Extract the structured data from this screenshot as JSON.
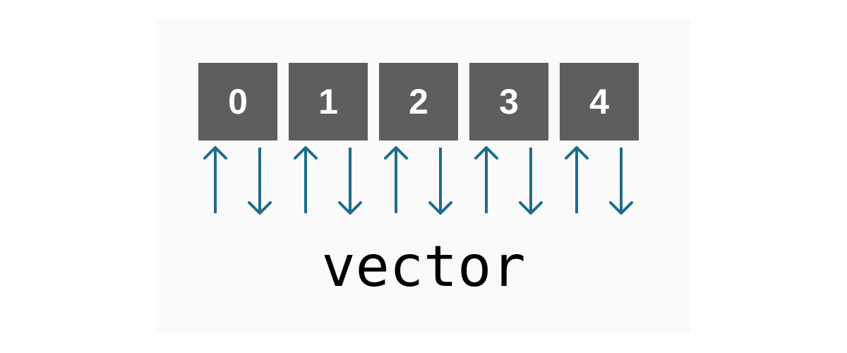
{
  "cells": [
    {
      "label": "0"
    },
    {
      "label": "1"
    },
    {
      "label": "2"
    },
    {
      "label": "3"
    },
    {
      "label": "4"
    }
  ],
  "caption": "vector",
  "colors": {
    "cell_fill": "#5e5e5e",
    "cell_text": "#ffffff",
    "arrow": "#1f6b8c",
    "caption_text": "#000000",
    "panel_background": "#fafafa"
  },
  "icons": {
    "up_arrow": "arrow-up-icon",
    "down_arrow": "arrow-down-icon"
  }
}
